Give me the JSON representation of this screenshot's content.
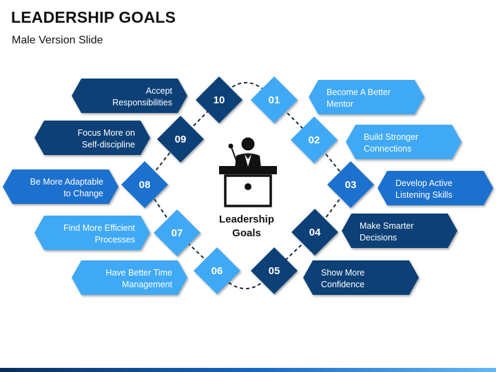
{
  "title": "LEADERSHIP GOALS",
  "subtitle": "Male Version Slide",
  "center": {
    "line1": "Leadership",
    "line2": "Goals",
    "icon": "speaker-at-podium-icon"
  },
  "colors": {
    "dark": "#0d3f76",
    "mid": "#1d6fce",
    "light": "#3fa9f5"
  },
  "goals": [
    {
      "num": "01",
      "line1": "Become A Better",
      "line2": "Mentor"
    },
    {
      "num": "02",
      "line1": "Build Stronger",
      "line2": "Connections"
    },
    {
      "num": "03",
      "line1": "Develop Active",
      "line2": "Listening Skills"
    },
    {
      "num": "04",
      "line1": "Make Smarter",
      "line2": "Decisions"
    },
    {
      "num": "05",
      "line1": "Show More",
      "line2": "Confidence"
    },
    {
      "num": "06",
      "line1": "Have Better Time",
      "line2": "Management"
    },
    {
      "num": "07",
      "line1": "Find More Efficient",
      "line2": "Processes"
    },
    {
      "num": "08",
      "line1": "Be More Adaptable",
      "line2": "to Change"
    },
    {
      "num": "09",
      "line1": "Focus More on",
      "line2": "Self-discipline"
    },
    {
      "num": "10",
      "line1": "Accept",
      "line2": "Responsibilities"
    }
  ]
}
